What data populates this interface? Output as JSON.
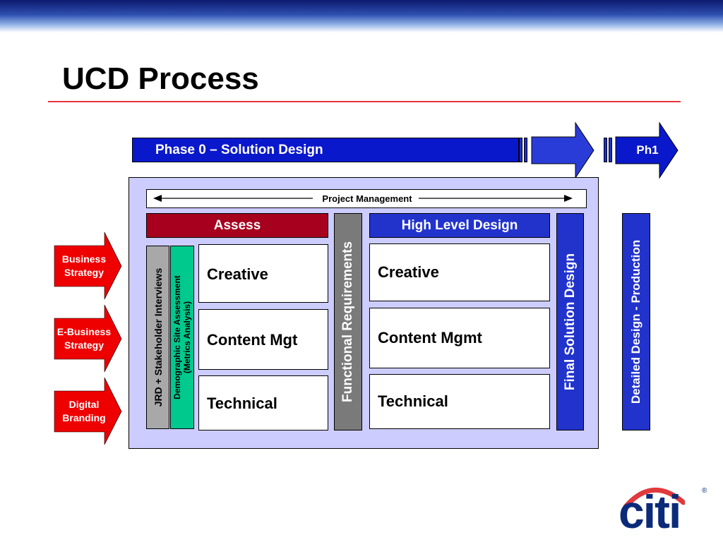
{
  "slide": {
    "title": "UCD Process"
  },
  "phase": {
    "phase0_label": "Phase 0 – Solution Design",
    "next_label": "Ph1"
  },
  "process": {
    "project_management": "Project Management",
    "jrd_label": "JRD + Stakeholder Interviews",
    "demographic_line1": "Demographic Site Assessment",
    "demographic_line2": "(Metrics Analysis)",
    "assess": {
      "header": "Assess",
      "items": [
        "Creative",
        "Content Mgt",
        "Technical"
      ]
    },
    "functional_requirements": "Functional Requirements",
    "high_level_design": {
      "header": "High Level Design",
      "items": [
        "Creative",
        "Content Mgmt",
        "Technical"
      ]
    },
    "final_solution_design": "Final Solution Design",
    "detailed_design": "Detailed Design - Production"
  },
  "inputs": [
    {
      "line1": "Business",
      "line2": "Strategy"
    },
    {
      "line1": "E-Business",
      "line2": "Strategy"
    },
    {
      "line1": "Digital",
      "line2": "Branding"
    }
  ],
  "logo": {
    "text": "citi",
    "trademark": "®"
  },
  "colors": {
    "phase_blue": "#0a18cc",
    "assess_red": "#a6001e",
    "input_red": "#ee0000",
    "functional_gray": "#7a7a7a",
    "demographic_teal": "#00c98d",
    "hld_blue": "#2233cc",
    "panel_lavender": "#ccccff",
    "title_rule": "#e8333a",
    "citi_blue": "#0b2a7a",
    "citi_red": "#e03a3e"
  }
}
